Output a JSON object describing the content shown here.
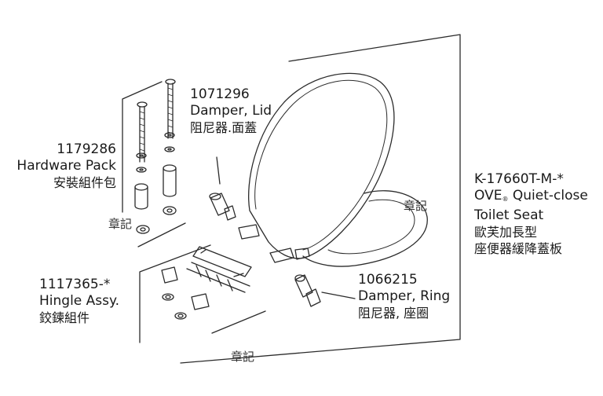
{
  "labels": {
    "lid_damper": {
      "part": "1071296",
      "name": "Damper, Lid",
      "name_zh": "阻尼器.面蓋"
    },
    "hardware": {
      "part": "1179286",
      "name": "Hardware Pack",
      "name_zh": "安裝組件包"
    },
    "hinge": {
      "part": "1117365-*",
      "name": "Hingle Assy.",
      "name_zh": "鉸鍊組件"
    },
    "ring_damper": {
      "part": "1066215",
      "name": "Damper, Ring",
      "name_zh": "阻尼器, 座圈"
    },
    "seat": {
      "part": "K-17660T-M-*",
      "name_a": "OVE",
      "name_reg": "®",
      "name_b": " Quiet-close",
      "name_2": "Toilet Seat",
      "zh_1": "歐芙加長型",
      "zh_2": "座便器緩降蓋板"
    }
  },
  "stamps": {
    "left": "章記",
    "right": "章記",
    "bottom": "章記"
  }
}
